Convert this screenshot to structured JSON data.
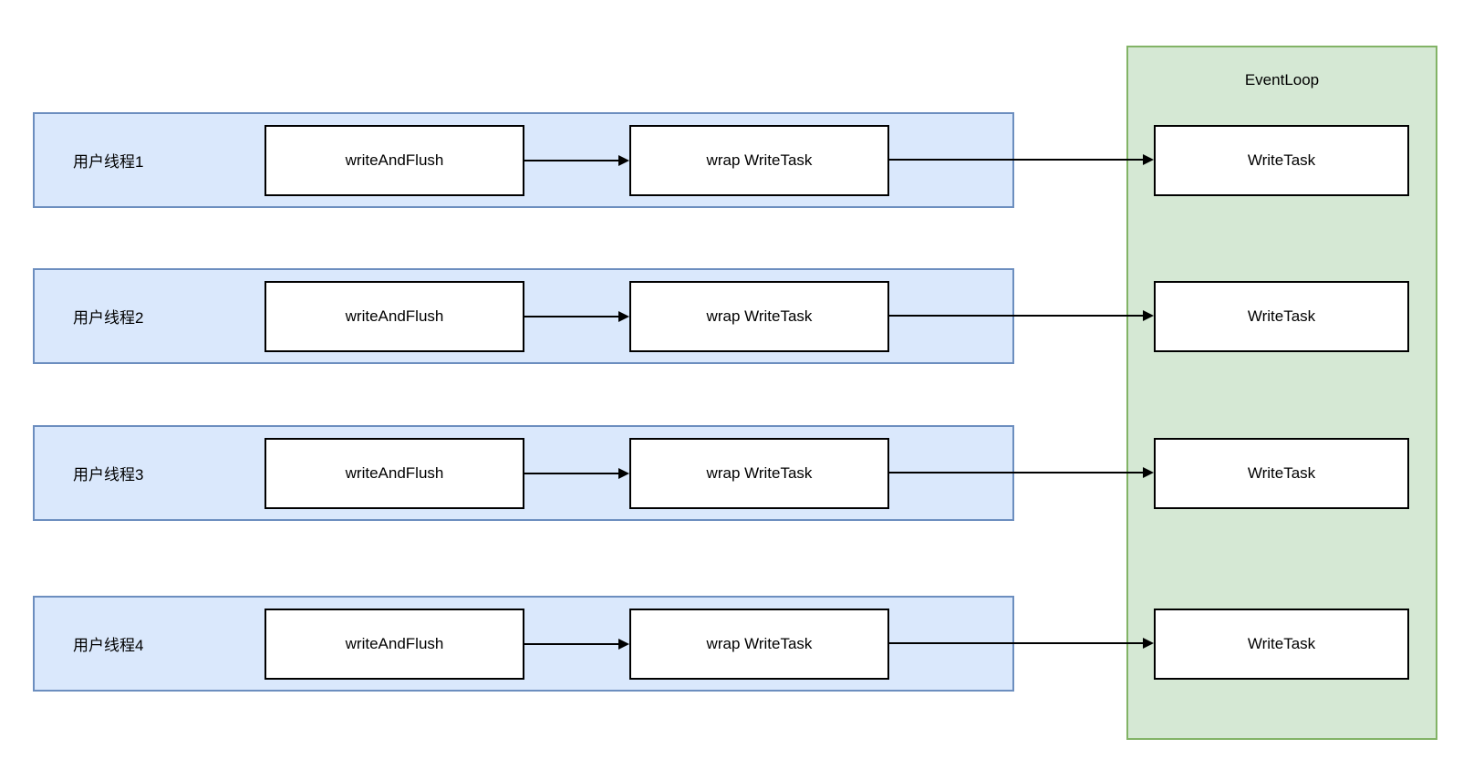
{
  "eventloop": {
    "title": "EventLoop",
    "tasks": [
      "WriteTask",
      "WriteTask",
      "WriteTask",
      "WriteTask"
    ]
  },
  "rows": [
    {
      "label": "用户线程1",
      "step1": "writeAndFlush",
      "step2": "wrap WriteTask"
    },
    {
      "label": "用户线程2",
      "step1": "writeAndFlush",
      "step2": "wrap WriteTask"
    },
    {
      "label": "用户线程3",
      "step1": "writeAndFlush",
      "step2": "wrap WriteTask"
    },
    {
      "label": "用户线程4",
      "step1": "writeAndFlush",
      "step2": "wrap WriteTask"
    }
  ],
  "colors": {
    "thread_fill": "#dae8fc",
    "thread_border": "#6c8ebf",
    "eventloop_fill": "#d5e8d4",
    "eventloop_border": "#82b366",
    "node_fill": "#ffffff",
    "node_border": "#000000",
    "arrow": "#000000"
  }
}
